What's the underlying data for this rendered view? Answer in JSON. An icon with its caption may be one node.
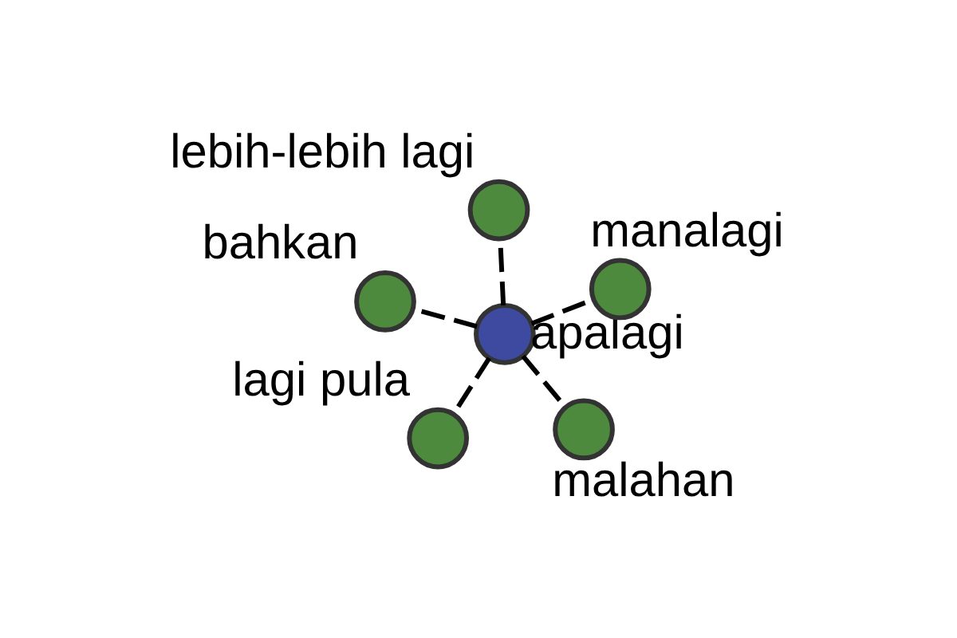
{
  "diagram": {
    "nodes": [
      {
        "text": [],
        "shape": "circle",
        "beside": [
          "apalagi"
        ]
      },
      {
        "text": [],
        "shape": "circle",
        "beside": [
          "malahan"
        ]
      },
      {
        "text": [],
        "shape": "circle",
        "beside": [
          "lagi pula"
        ]
      },
      {
        "text": [],
        "shape": "circle",
        "beside": [
          "bahkan"
        ]
      },
      {
        "text": [],
        "shape": "circle",
        "beside": [
          "manalagi"
        ]
      },
      {
        "text": [],
        "shape": "circle",
        "beside": [
          "lebih-lebih lagi"
        ]
      }
    ],
    "edges": [
      {
        "from": 0,
        "to": 1,
        "arrow": "none",
        "style": "dashed"
      },
      {
        "from": 0,
        "to": 2,
        "arrow": "none",
        "style": "dashed"
      },
      {
        "from": 0,
        "to": 3,
        "arrow": "none",
        "style": "dashed"
      },
      {
        "from": 0,
        "to": 4,
        "arrow": "none",
        "style": "dashed"
      },
      {
        "from": 0,
        "to": 5,
        "arrow": "none",
        "style": "dashed"
      }
    ]
  }
}
